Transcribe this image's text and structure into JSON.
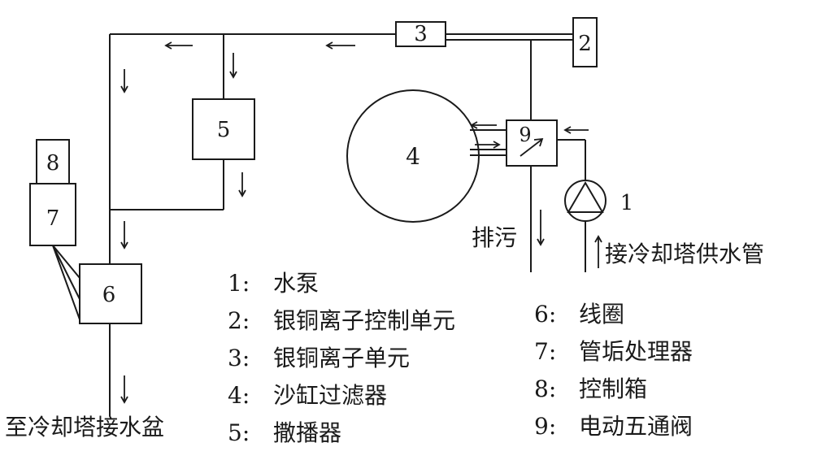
{
  "components": {
    "c1": "1",
    "c2": "2",
    "c3": "3",
    "c4": "4",
    "c5": "5",
    "c6": "6",
    "c7": "7",
    "c8": "8",
    "c9": "9"
  },
  "labels": {
    "drain": "排污",
    "supply": "接冷却塔供水管",
    "outlet": "至冷却塔接水盆"
  },
  "legend": [
    {
      "num": "1:",
      "text": "水泵"
    },
    {
      "num": "2:",
      "text": "银铜离子控制单元"
    },
    {
      "num": "3:",
      "text": "银铜离子单元"
    },
    {
      "num": "4:",
      "text": "沙缸过滤器"
    },
    {
      "num": "5:",
      "text": "撒播器"
    },
    {
      "num": "6:",
      "text": "线圈"
    },
    {
      "num": "7:",
      "text": "管垢处理器"
    },
    {
      "num": "8:",
      "text": "控制箱"
    },
    {
      "num": "9:",
      "text": "电动五通阀"
    }
  ]
}
